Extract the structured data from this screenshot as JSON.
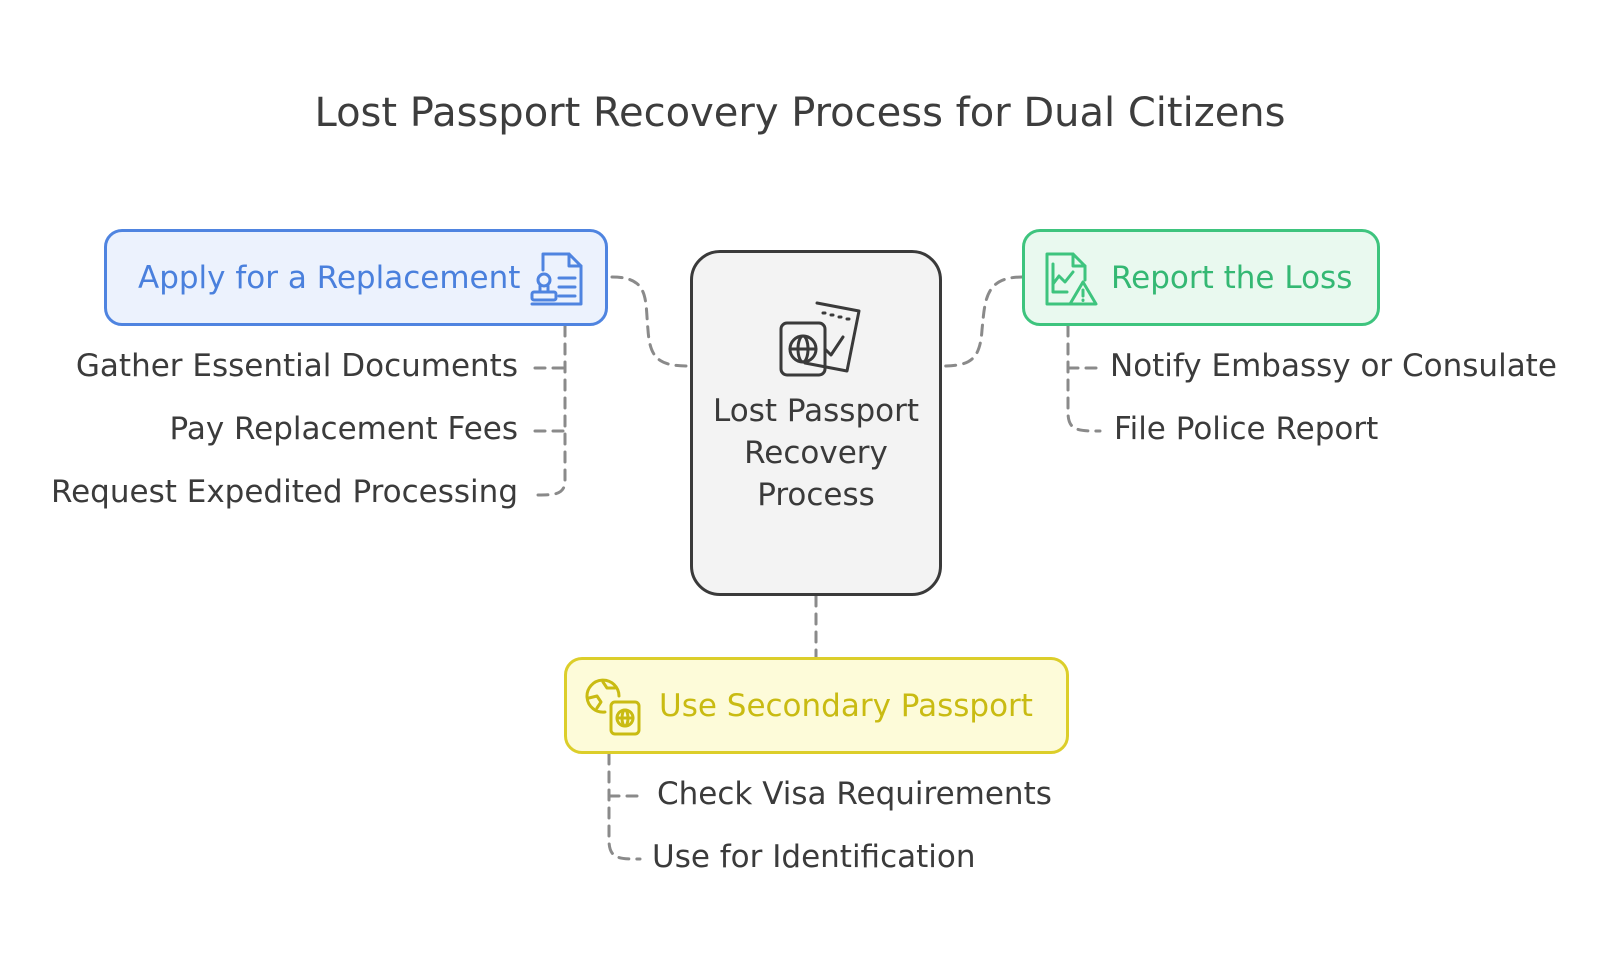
{
  "title": "Lost Passport Recovery Process for Dual Citizens",
  "center": {
    "label": "Lost Passport Recovery Process",
    "icon": "passport-ticket-icon"
  },
  "branches": {
    "apply": {
      "label": "Apply for a Replacement",
      "icon": "document-stamp-icon",
      "color": "#4f84e0",
      "items": [
        "Gather Essential Documents",
        "Pay Replacement Fees",
        "Request Expedited Processing"
      ]
    },
    "report": {
      "label": "Report the Loss",
      "icon": "chart-warning-icon",
      "color": "#3ec47e",
      "items": [
        "Notify Embassy or Consulate",
        "File Police Report"
      ]
    },
    "secondary": {
      "label": "Use Secondary Passport",
      "icon": "globe-passport-icon",
      "color": "#dcce2a",
      "items": [
        "Check Visa Requirements",
        "Use for Identification"
      ]
    }
  }
}
